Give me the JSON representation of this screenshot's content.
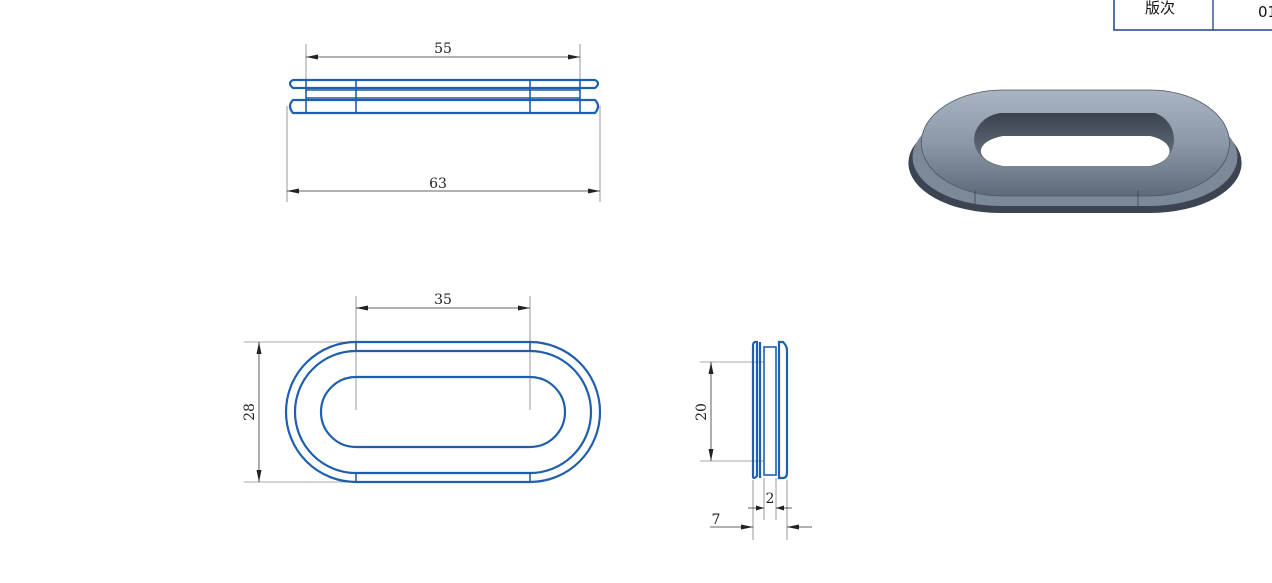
{
  "title_block": {
    "revision_label": "版次",
    "revision_value": "01"
  },
  "dimensions": {
    "top_view_inner_length": "55",
    "top_view_overall_length": "63",
    "front_straight_length": "35",
    "front_height": "28",
    "side_inner_height": "20",
    "side_groove_width": "2",
    "side_total_width": "7"
  },
  "colors": {
    "outline": "#1f5fae",
    "model_body": "#8a96a6",
    "model_shadow": "#3c4452",
    "title_border": "#2d4f8a"
  }
}
